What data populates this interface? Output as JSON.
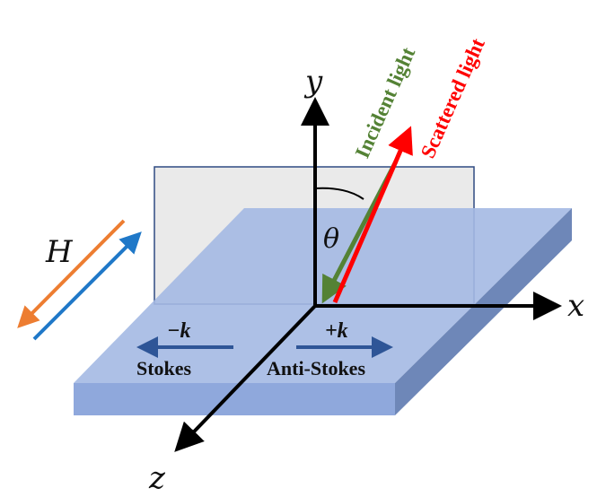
{
  "axes": {
    "x": "x",
    "y": "y",
    "z": "z"
  },
  "field_label": "H",
  "angle_label": "θ",
  "beams": {
    "incident": {
      "label": "Incident light",
      "color": "#548235"
    },
    "scattered": {
      "label": "Scattered light",
      "color": "#ff0000"
    }
  },
  "wavevectors": {
    "minus": {
      "label": "−k",
      "mode": "Stokes"
    },
    "plus": {
      "label": "+k",
      "mode": "Anti-Stokes"
    }
  },
  "colors": {
    "slab_top": "#a4b9e3",
    "slab_front": "#8fa8dc",
    "slab_side": "#6e87b8",
    "field_orange": "#ed7d31",
    "field_blue": "#1f78c8",
    "k_arrow": "#2e5597"
  }
}
